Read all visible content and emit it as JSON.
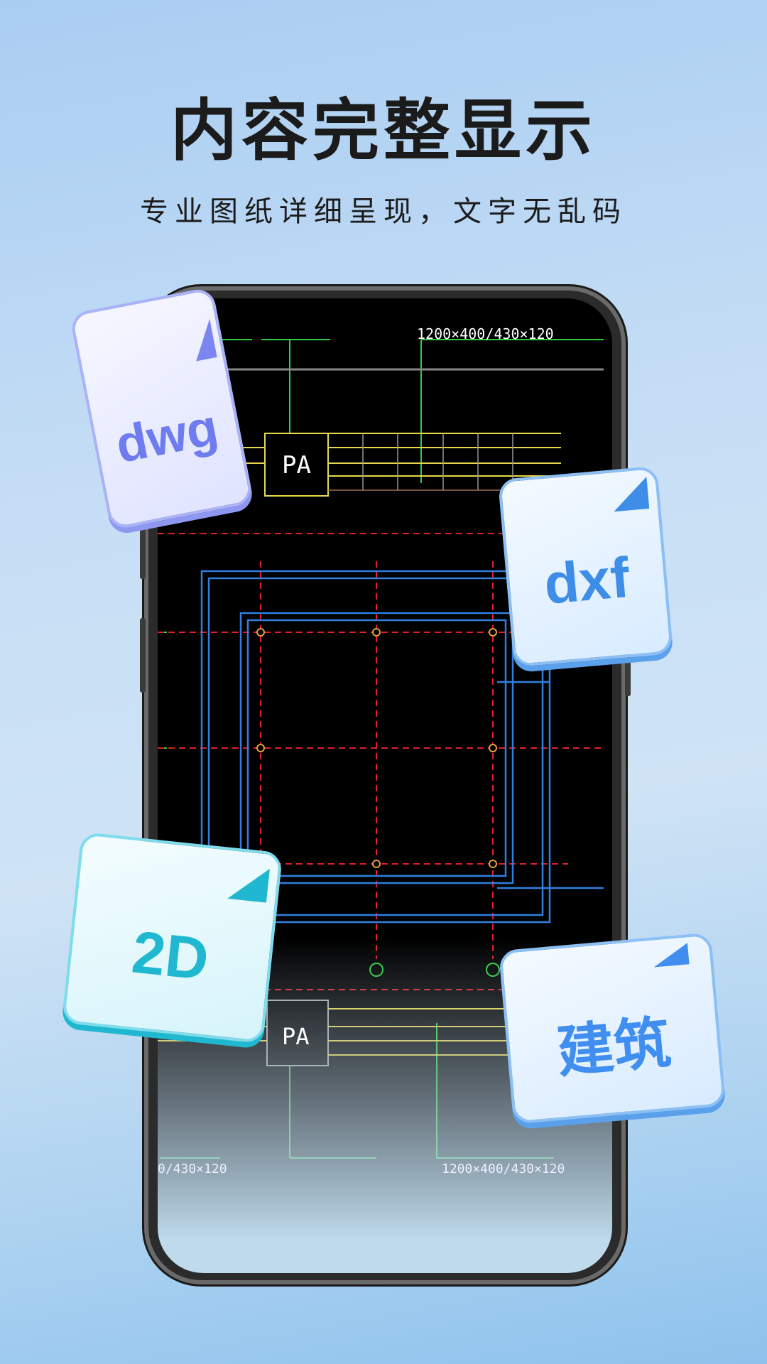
{
  "header": {
    "title": "内容完整显示",
    "subtitle": "专业图纸详细呈现，文字无乱码"
  },
  "drawing": {
    "top_labels": [
      "1200×400/430×120"
    ],
    "bottom_labels": [
      "1200×400/430×120",
      "0/430×120"
    ],
    "pa_label": "PA",
    "colors": {
      "background": "#000000",
      "axis": "#e0202a",
      "wall": "#2f7fe0",
      "table": "#e6d84a",
      "leader": "#2ecc40"
    }
  },
  "badges": [
    {
      "label": "dwg",
      "color": "#7b86f0"
    },
    {
      "label": "dxf",
      "color": "#3e8ee8"
    },
    {
      "label": "2D",
      "color": "#1fb8d0"
    },
    {
      "label": "建筑",
      "color": "#3f8ef0"
    }
  ]
}
